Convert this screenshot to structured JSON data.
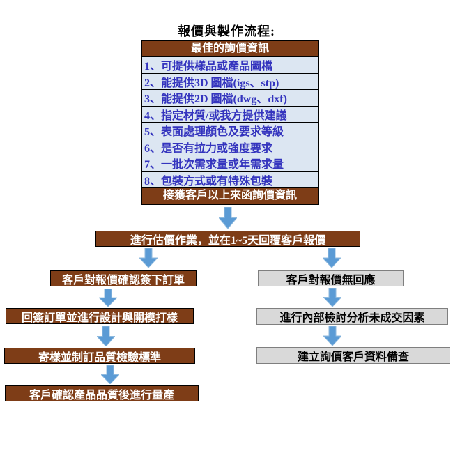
{
  "title": "報價與製作流程:",
  "inquiry_table": {
    "header": "最佳的詢價資訊",
    "rows": [
      "1、可提供樣品或產品圖檔",
      "2、能提供3D 圖檔(igs、stp)",
      "3、能提供2D 圖檔(dwg、dxf)",
      "4、指定材質/或我方提供建議",
      "5、表面處理顏色及要求等級",
      "6、是否有拉力或強度要求",
      "7、一批次需求量或年需求量",
      "8、包裝方式或有特殊包裝"
    ],
    "footer": "接獲客戶以上來函詢價資訊"
  },
  "estimate_box": "進行估價作業，並在1~5天回覆客戶報價",
  "order_branch": {
    "step1": "客戶對報價確認簽下訂單",
    "step2": "回簽訂單並進行設計與開模打樣",
    "step3": "寄樣並制訂品質檢驗標準",
    "step4": "客戶確認產品品質後進行量產"
  },
  "no_response_branch": {
    "step1": "客戶對報價無回應",
    "step2": "進行內部檢討分析未成交因素",
    "step3": "建立詢價客戶資料備查"
  },
  "colors": {
    "brown_box": "#7E3D17",
    "table_row_bg": "#DCE6F2",
    "table_row_text": "#3434BE",
    "arrow_blue": "#5B9BD5",
    "gray_box_bg": "#D9D9D9",
    "gray_box_border": "#7F7F7F",
    "border_black": "#000000",
    "white_text": "#FFFFFF"
  }
}
